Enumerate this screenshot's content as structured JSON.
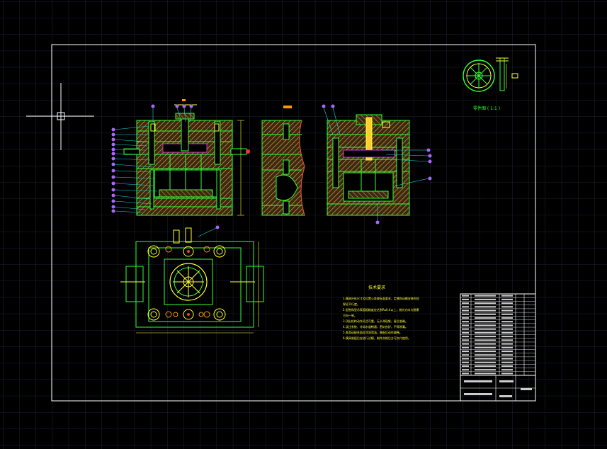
{
  "app": {
    "window": "CAD drawing viewport"
  },
  "colors": {
    "background": "#000000",
    "grid": "#1c2230",
    "frame": "#ffffff",
    "outline_green": "#33ff33",
    "hatch_brown": "#c98a3a",
    "yellow": "#ffff33",
    "magenta": "#ff44ff",
    "cyan": "#33ffff",
    "red": "#ff3333",
    "orange": "#ff9900",
    "leader_line": "#22d6d6",
    "balloon": "#aa66ff"
  },
  "drawing": {
    "isometric_caption": "零件图 ( 1:1 )",
    "tech_notes": {
      "title": "技术要求",
      "lines": [
        "1.模具外形尺寸及位置公差按标准要求，定模和动模安装时应",
        "  保证平行度。",
        "2.型腔和型芯表面粗糙度应达到Ra0.4以上，抛光方向与脱模",
        "  方向一致。",
        "3.顶出机构动作灵活可靠，无卡滞现象，复位准确。",
        "4.浇注系统、冷却水道畅通，密封良好，不得渗漏。",
        "5.各滑动配合面应涂润滑油，装配后动作顺畅。",
        "6.模具装配后应进行试模，制件合格后方可交付使用。"
      ]
    },
    "title_block_rows": 22
  }
}
